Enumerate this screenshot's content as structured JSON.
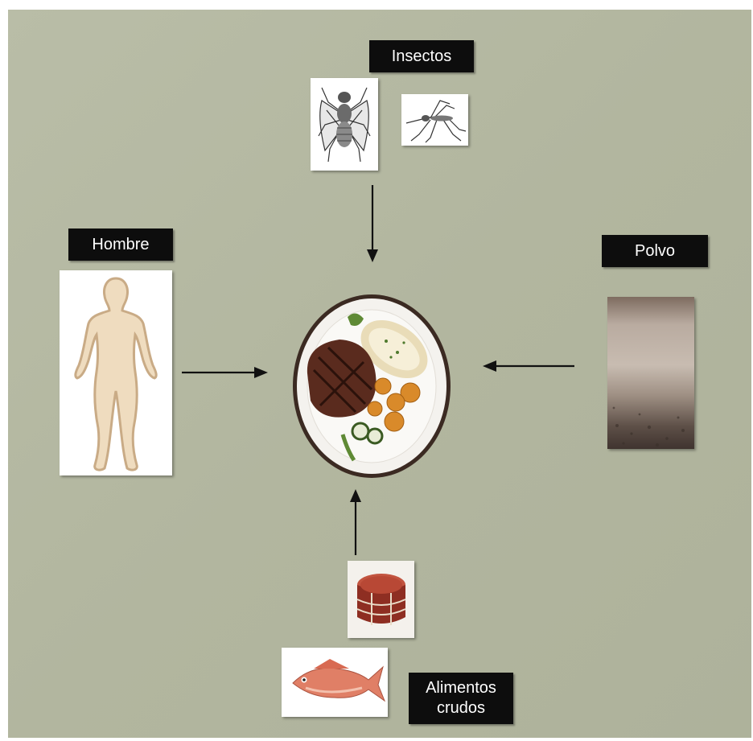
{
  "labels": {
    "insects": "Insectos",
    "man": "Hombre",
    "dust": "Polvo",
    "raw_food_line1": "Alimentos",
    "raw_food_line2": "crudos"
  },
  "icons": {
    "fly": "fly-icon",
    "mosquito": "mosquito-icon",
    "human": "human-silhouette-icon",
    "dust": "dust-soil-image",
    "plate": "steak-plate-image",
    "meat": "raw-meat-image",
    "fish": "fish-image"
  },
  "colors": {
    "background": "#b5b9a2",
    "label_bg": "#0d0d0d",
    "label_text": "#ffffff",
    "arrow": "#111111"
  }
}
